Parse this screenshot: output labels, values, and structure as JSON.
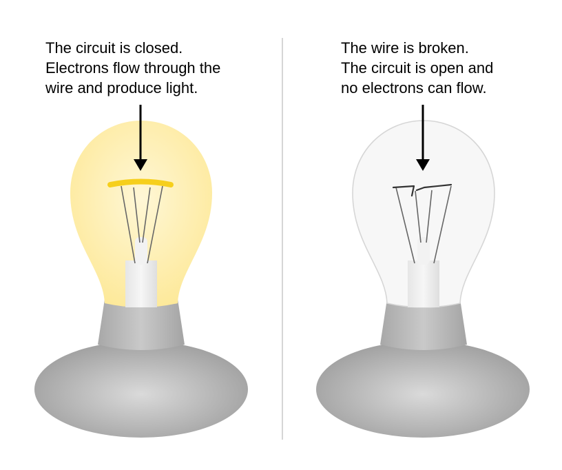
{
  "panels": [
    {
      "id": "closed",
      "caption_lines": [
        "The circuit is closed.",
        "Electrons flow through the",
        "wire and produce light."
      ],
      "state": "lit"
    },
    {
      "id": "open",
      "caption_lines": [
        "The wire is broken.",
        "The circuit is open and",
        "no electrons can flow."
      ],
      "state": "unlit"
    }
  ],
  "colors": {
    "glow_center": "#fff7d6",
    "glow_edge": "#fde99a",
    "filament_lit": "#f6cf1c",
    "glass_unlit": "#f7f7f7",
    "glass_outline": "#d6d6d6",
    "base_light": "#dadada",
    "base_dark": "#9a9a9a",
    "divider": "#c8c8c8",
    "wire": "#666666",
    "arrow": "#000000"
  }
}
